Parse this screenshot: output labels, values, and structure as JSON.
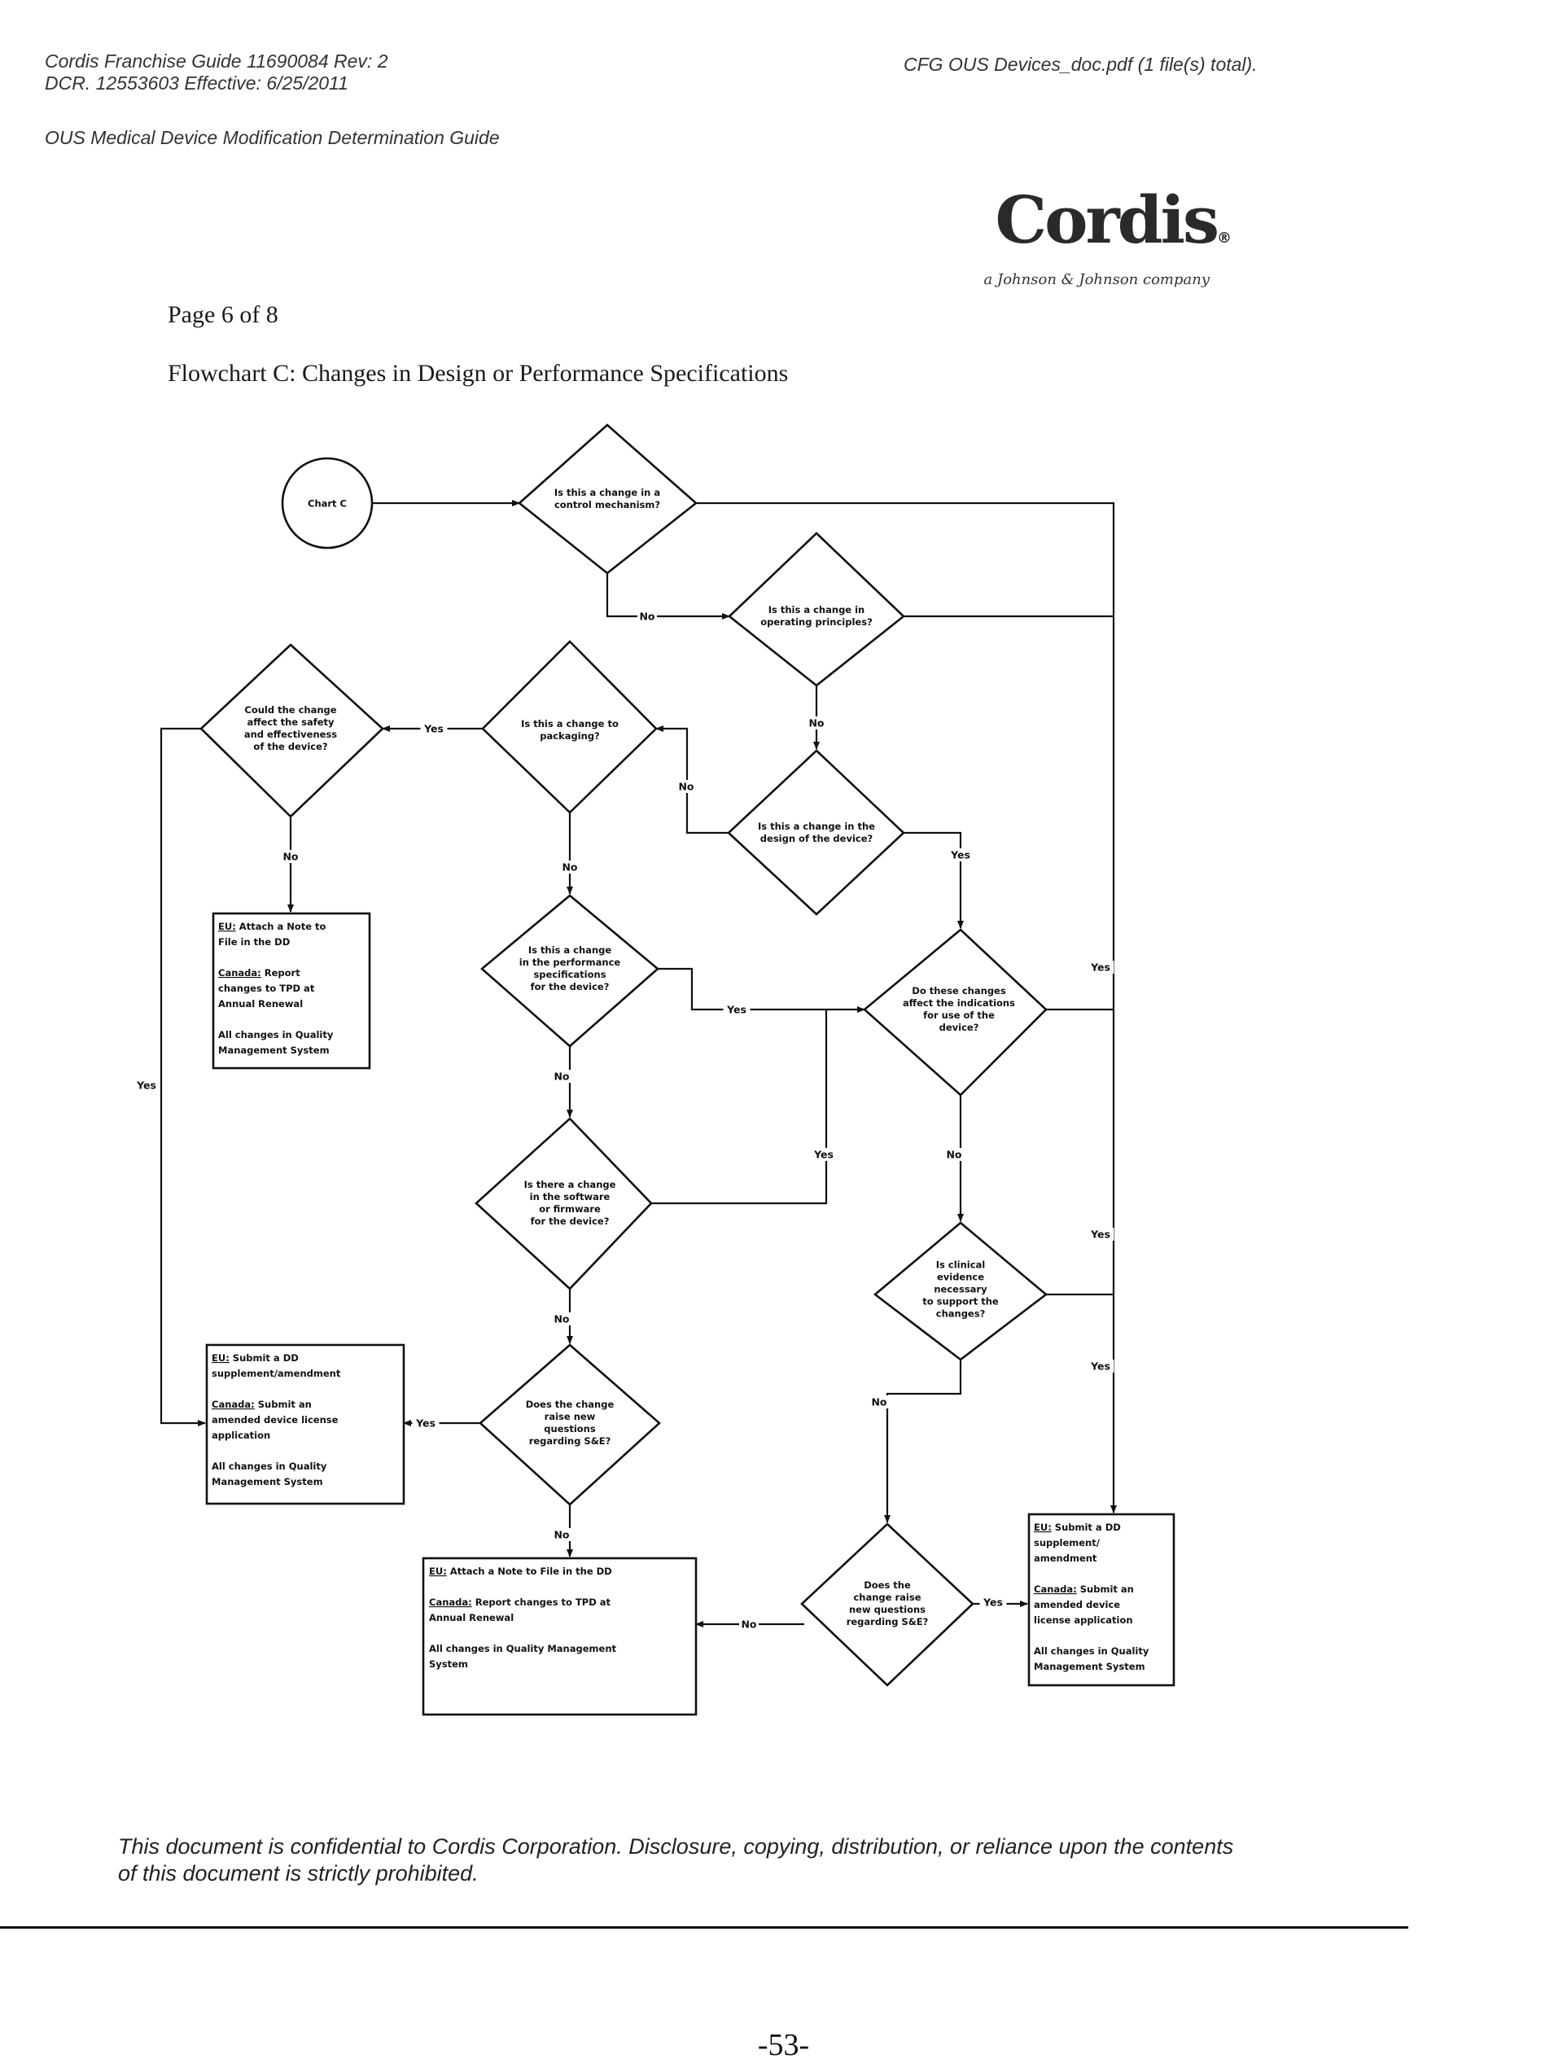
{
  "header": {
    "left_line1": "Cordis Franchise Guide 11690084 Rev: 2",
    "left_line2": "DCR. 12553603 Effective: 6/25/2011",
    "right": "CFG OUS Devices_doc.pdf (1 file(s) total).",
    "subtitle": "OUS Medical Device Modification Determination Guide"
  },
  "logo": {
    "name": "Cordis",
    "mark": "®",
    "tagline": "a Johnson & Johnson company"
  },
  "page_info": "Page 6 of 8",
  "chart_title": "Flowchart C: Changes in Design or Performance Specifications",
  "flowchart": {
    "start": "Chart C",
    "decisions": {
      "control_mechanism": [
        "Is this a change in a",
        "control mechanism?"
      ],
      "operating_principles": [
        "Is this a change in",
        "operating principles?"
      ],
      "packaging": [
        "Is this a change to",
        "packaging?"
      ],
      "safety_effectiveness": [
        "Could the change",
        "affect the safety",
        "and effectiveness",
        "of the device?"
      ],
      "design": [
        "Is this a change in the",
        "design of the device?"
      ],
      "performance_specs": [
        "Is this a change",
        "in the performance",
        "specifications",
        "for the device?"
      ],
      "indications": [
        "Do these changes",
        "affect the indications",
        "for use of the",
        "device?"
      ],
      "software": [
        "Is there a change",
        "in the software",
        "or firmware",
        "for the device?"
      ],
      "clinical_evidence": [
        "Is clinical",
        "evidence",
        "necessary",
        "to support the",
        "changes?"
      ],
      "new_questions_left": [
        "Does the change",
        "raise new",
        "questions",
        "regarding S&E?"
      ],
      "new_questions_right": [
        "Does the",
        "change raise",
        "new questions",
        "regarding S&E?"
      ]
    },
    "boxes": {
      "note_to_file_top": [
        {
          "p": "EU:",
          "t": " Attach a Note to"
        },
        {
          "t": "File in the DD"
        },
        {
          "t": ""
        },
        {
          "p": "Canada:",
          "t": " Report"
        },
        {
          "t": "changes to TPD at"
        },
        {
          "t": "Annual Renewal"
        },
        {
          "t": ""
        },
        {
          "t": "All changes in Quality"
        },
        {
          "t": "Management System"
        }
      ],
      "submit_left": [
        {
          "p": "EU:",
          "t": " Submit a DD"
        },
        {
          "t": "supplement/amendment"
        },
        {
          "t": ""
        },
        {
          "p": "Canada:",
          "t": " Submit an"
        },
        {
          "t": "amended device license"
        },
        {
          "t": "application"
        },
        {
          "t": ""
        },
        {
          "t": "All changes in Quality"
        },
        {
          "t": "Management System"
        }
      ],
      "note_to_file_bottom": [
        {
          "p": "EU:",
          "t": " Attach a Note to File in the DD"
        },
        {
          "t": ""
        },
        {
          "p": "Canada:",
          "t": " Report changes to TPD at"
        },
        {
          "t": "Annual Renewal"
        },
        {
          "t": ""
        },
        {
          "t": "All changes in Quality Management"
        },
        {
          "t": "System"
        }
      ],
      "submit_right": [
        {
          "p": "EU:",
          "t": " Submit a DD"
        },
        {
          "t": "supplement/"
        },
        {
          "t": "amendment"
        },
        {
          "t": ""
        },
        {
          "p": "Canada:",
          "t": " Submit an"
        },
        {
          "t": "amended device"
        },
        {
          "t": "license application"
        },
        {
          "t": ""
        },
        {
          "t": "All changes in Quality"
        },
        {
          "t": "Management System"
        }
      ]
    },
    "edge_labels": {
      "yes": "Yes",
      "no": "No"
    }
  },
  "footer": {
    "line1": "This document is confidential to Cordis Corporation. Disclosure, copying, distribution, or reliance upon the contents",
    "line2": "of this document is strictly prohibited."
  },
  "page_number": "-53-"
}
